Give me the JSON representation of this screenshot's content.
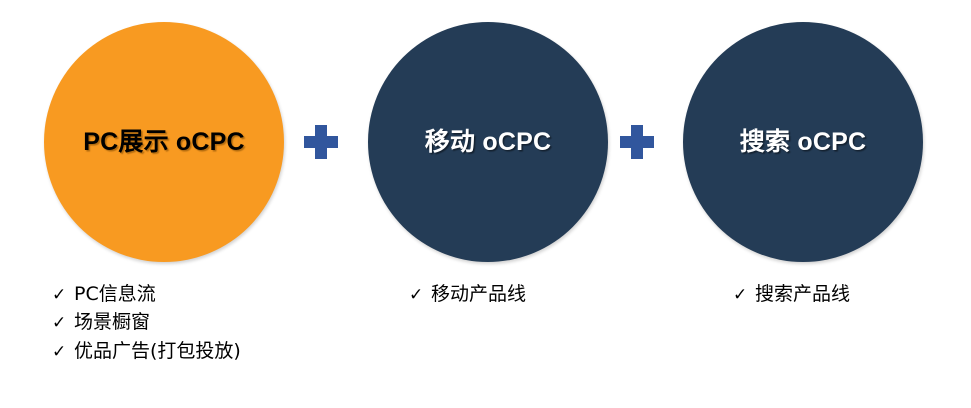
{
  "slide": {
    "background_color": "#FFFFFF",
    "colors": {
      "orange": "#F89A21",
      "navy": "#243C56",
      "plus_blue": "#31569D",
      "text_dark": "#000000",
      "text_light": "#FFFFFF"
    },
    "circles": [
      {
        "label": "PC展示 oCPC",
        "fill": "#F89A21",
        "text_color": "#000000"
      },
      {
        "label": "移动 oCPC",
        "fill": "#243C56",
        "text_color": "#FFFFFF"
      },
      {
        "label": "搜索 oCPC",
        "fill": "#243C56",
        "text_color": "#FFFFFF"
      }
    ],
    "connectors": [
      {
        "symbol": "+"
      },
      {
        "symbol": "+"
      }
    ],
    "lists": [
      {
        "check": "✓",
        "items": [
          "PC信息流",
          "场景橱窗",
          "优品广告(打包投放)"
        ]
      },
      {
        "check": "✓",
        "items": [
          "移动产品线"
        ]
      },
      {
        "check": "✓",
        "items": [
          "搜索产品线"
        ]
      }
    ]
  }
}
